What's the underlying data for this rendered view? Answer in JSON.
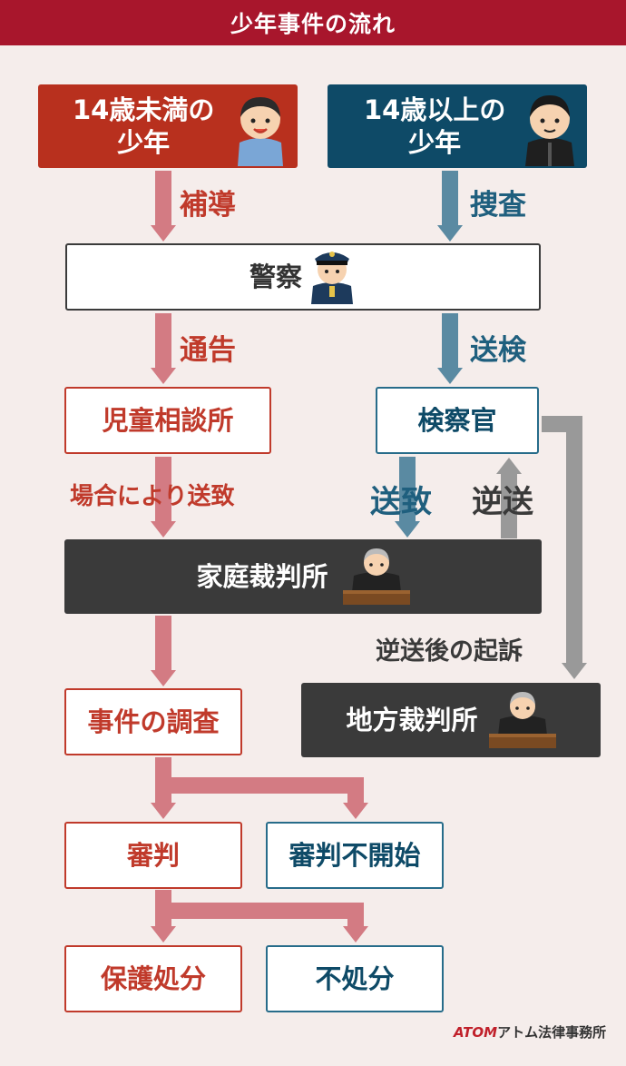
{
  "header": {
    "title": "少年事件の流れ"
  },
  "nodes": {
    "under14": {
      "line1": "14歳未満の",
      "line2": "少年"
    },
    "over14": {
      "line1": "14歳以上の",
      "line2": "少年"
    },
    "police": "警察",
    "child_guidance": "児童相談所",
    "prosecutor": "検察官",
    "family_court": "家庭裁判所",
    "district_court": "地方裁判所",
    "investigation": "事件の調査",
    "hearing": "審判",
    "no_hearing": "審判不開始",
    "protective": "保護処分",
    "no_disposition": "不処分"
  },
  "labels": {
    "guidance": "補導",
    "investigate": "捜査",
    "notify": "通告",
    "send_prosecutor": "送検",
    "maybe_refer": "場合により送致",
    "refer": "送致",
    "reverse_refer": "逆送",
    "prosecution_after": "逆送後の起訴"
  },
  "footer": {
    "brand": "ATOM",
    "name": "アトム法律事務所"
  },
  "colors": {
    "header": "#a8162c",
    "red": "#b8301e",
    "blue": "#0e4a67",
    "arrow_red": "#d37b83",
    "arrow_blue": "#5a8aa2",
    "arrow_gray": "#999999",
    "dark": "#3a3a3a"
  },
  "icons": [
    "boy-casual-icon",
    "boy-school-uniform-icon",
    "police-officer-icon",
    "judge-icon"
  ]
}
